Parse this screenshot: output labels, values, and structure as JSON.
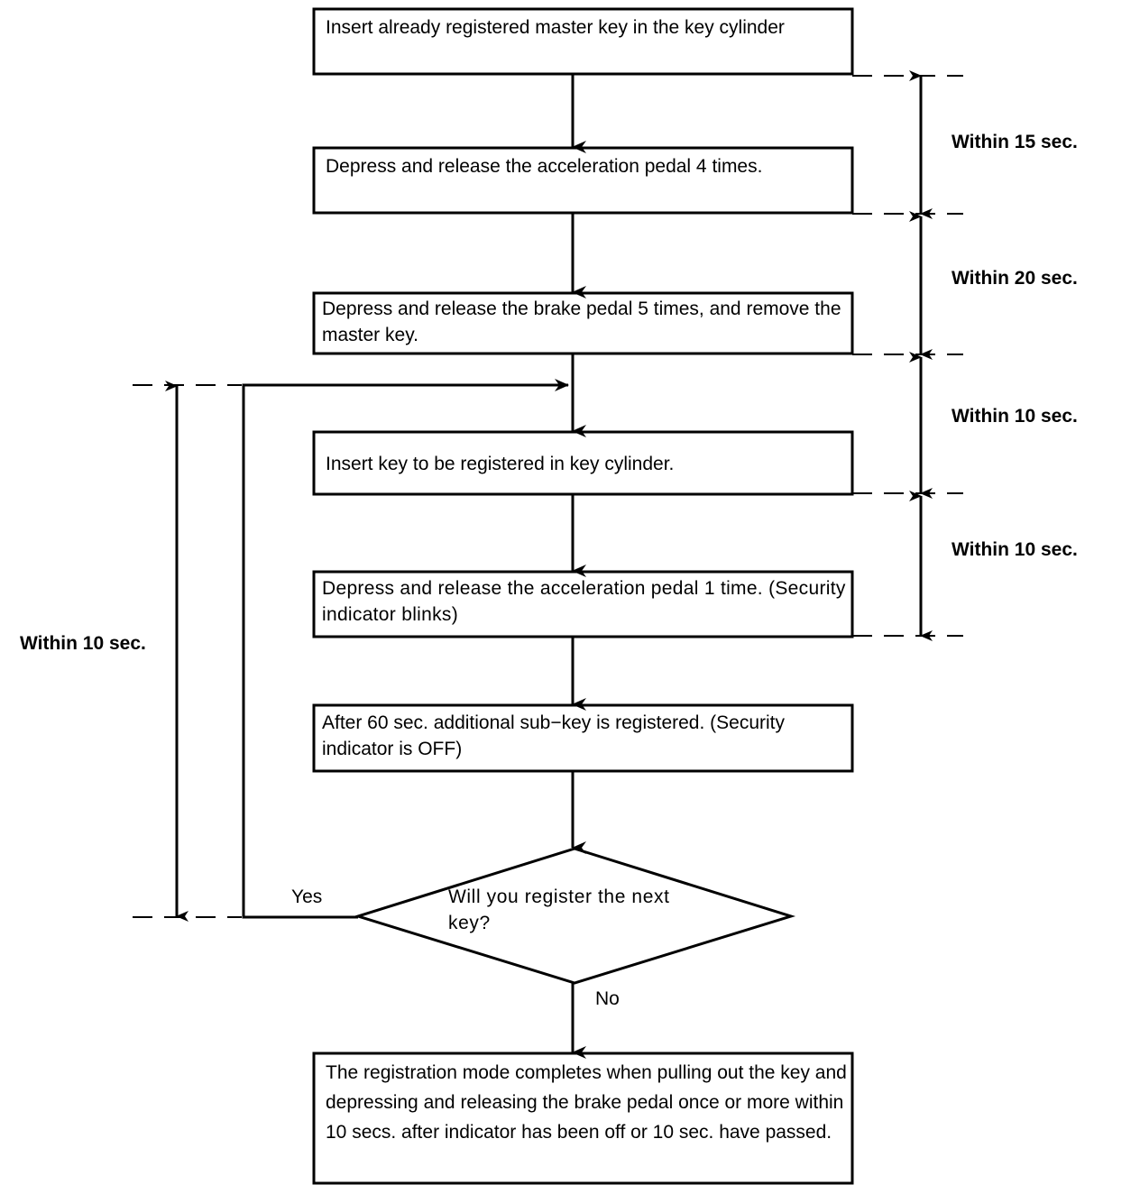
{
  "diagram": {
    "type": "flowchart",
    "title": "Key registration procedure flowchart",
    "line_color": "#000000",
    "background_color": "#ffffff",
    "nodes": [
      {
        "id": "step1",
        "shape": "process",
        "text": "Insert already registered master key in the key cylinder"
      },
      {
        "id": "step2",
        "shape": "process",
        "text": "Depress and release the acceleration pedal 4 times."
      },
      {
        "id": "step3",
        "shape": "process",
        "text": "Depress and release the brake pedal 5 times, and remove the master key."
      },
      {
        "id": "step4",
        "shape": "process",
        "text": "Insert key to be registered in key cylinder."
      },
      {
        "id": "step5",
        "shape": "process",
        "text": "Depress and release the acceleration pedal 1 time. (Security indicator blinks)"
      },
      {
        "id": "step6",
        "shape": "process",
        "text": "After 60 sec. additional sub−key is registered. (Security indicator is OFF)"
      },
      {
        "id": "decision",
        "shape": "decision",
        "text": "Will you register the next key?"
      },
      {
        "id": "step7",
        "shape": "process",
        "text": "The registration mode completes when pulling out the key and depressing and releasing the brake pedal once or more within 10 secs. after indicator has been off or 10 sec. have passed."
      }
    ],
    "branch_labels": {
      "yes": "Yes",
      "no": "No"
    },
    "timing_annotations": [
      {
        "id": "t15",
        "label": "Within 15 sec.",
        "side": "right"
      },
      {
        "id": "t20",
        "label": "Within 20 sec.",
        "side": "right"
      },
      {
        "id": "t10a",
        "label": "Within 10 sec.",
        "side": "right"
      },
      {
        "id": "t10b",
        "label": "Within 10 sec.",
        "side": "right"
      },
      {
        "id": "t10c",
        "label": "Within 10 sec.",
        "side": "left"
      }
    ]
  }
}
